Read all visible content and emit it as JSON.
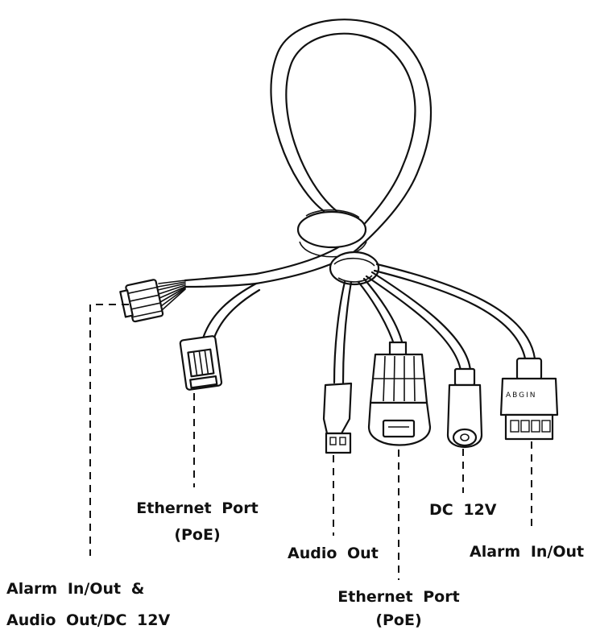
{
  "labels": {
    "ethernet_port_poe_left": {
      "line1": "Ethernet Port",
      "line2": "(PoE)"
    },
    "audio_out": "Audio Out",
    "dc_12v": "DC 12V",
    "alarm_in_out": "Alarm In/Out",
    "alarm_audio_dc": {
      "line1": "Alarm In/Out &",
      "line2": "Audio Out/DC 12V"
    },
    "ethernet_port_poe_bottom": {
      "line1": "Ethernet Port",
      "line2": "(PoE)"
    }
  },
  "alarm_connector": {
    "pin_text": "ABGIN"
  }
}
